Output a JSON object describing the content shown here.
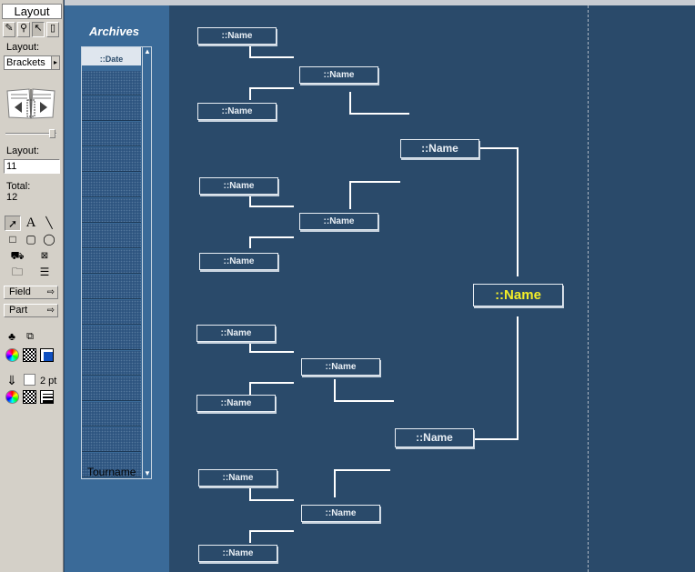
{
  "palette": {
    "title": "Layout",
    "mode_buttons": [
      "pencil-icon",
      "pin-icon",
      "pointer-icon",
      "page-icon"
    ],
    "layout_label": "Layout:",
    "layout_menu_value": "Brackets",
    "layout_number_label": "Layout:",
    "layout_number_value": "11",
    "total_label": "Total:",
    "total_value": "12",
    "field_button": "Field",
    "part_button": "Part",
    "line_width": "2 pt"
  },
  "archives": {
    "title": "Archives",
    "header_field": "::Date",
    "footer_field": "Tourname"
  },
  "bracket": {
    "round1": [
      "::Name",
      "::Name",
      "::Name",
      "::Name",
      "::Name",
      "::Name",
      "::Name",
      "::Name"
    ],
    "round2": [
      "::Name",
      "::Name",
      "::Name",
      "::Name"
    ],
    "round3": [
      "::Name",
      "::Name"
    ],
    "champion": "::Name"
  },
  "colors": {
    "panel_blue": "#3a6a98",
    "bracket_blue": "#2a4a6a",
    "champion_text": "#f4ee28",
    "line_white": "#ffffff"
  }
}
